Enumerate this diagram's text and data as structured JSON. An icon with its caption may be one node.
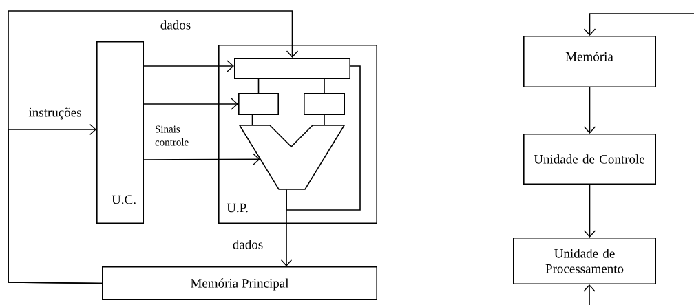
{
  "diagram": {
    "nodes": [
      {
        "text": [
          "U.C."
        ]
      },
      {
        "text": [
          "U.P."
        ]
      },
      {
        "text": [],
        "shape": "box",
        "in": 1
      },
      {
        "text": [],
        "shape": "box",
        "in": 1
      },
      {
        "text": [],
        "shape": "box",
        "in": 1
      },
      {
        "text": [],
        "shape": "trapezoid",
        "in": 1
      },
      {
        "text": [
          "Memória Principal"
        ]
      },
      {
        "text": [
          "Memória"
        ]
      },
      {
        "text": [
          "Unidade de Controle"
        ]
      },
      {
        "text": [
          "Unidade de Processamento"
        ]
      }
    ],
    "edges": [
      {
        "from": 6,
        "to": 2,
        "arrow": "to",
        "label": "dados"
      },
      {
        "from": 6,
        "to": 0,
        "arrow": "to",
        "label": "instruções"
      },
      {
        "from": 0,
        "to": 2,
        "arrow": "to"
      },
      {
        "from": 0,
        "to": 3,
        "arrow": "to"
      },
      {
        "from": 0,
        "to": 5,
        "arrow": "to"
      },
      {
        "from": 2,
        "to": 3,
        "arrow": "none"
      },
      {
        "from": 2,
        "to": 4,
        "arrow": "none"
      },
      {
        "from": 3,
        "to": 5,
        "arrow": "none"
      },
      {
        "from": 4,
        "to": 5,
        "arrow": "none"
      },
      {
        "from": 5,
        "to": 6,
        "arrow": "to",
        "label": "dados"
      },
      {
        "from": 5,
        "to": 2,
        "arrow": "none"
      },
      {
        "from": null,
        "to": 7,
        "arrow": "to"
      },
      {
        "from": 7,
        "to": 8,
        "arrow": "to"
      },
      {
        "from": 8,
        "to": 9,
        "arrow": "to"
      },
      {
        "from": null,
        "to": 9,
        "arrow": "to"
      }
    ],
    "labels": [
      "Sinais controle"
    ]
  }
}
